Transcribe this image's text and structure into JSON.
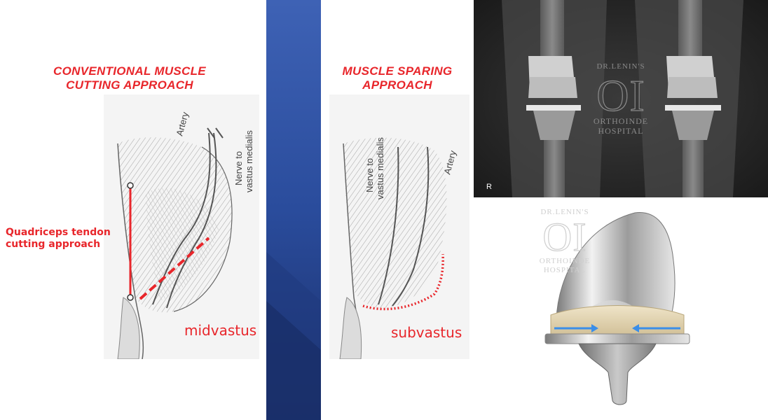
{
  "left_panel": {
    "title_line1": "CONVENTIONAL MUSCLE",
    "title_line2": "CUTTING APPROACH",
    "side_label_line1": "Quadriceps tendon",
    "side_label_line2": "cutting approach",
    "label_artery": "Artery",
    "label_nerve_line1": "Nerve to",
    "label_nerve_line2": "vastus medialis",
    "bottom_label": "midvastus"
  },
  "middle_panel": {
    "title_line1": "MUSCLE SPARING",
    "title_line2": "APPROACH",
    "label_nerve_line1": "Nerve to",
    "label_nerve_line2": "vastus medialis",
    "label_artery": "Artery",
    "bottom_label": "subvastus"
  },
  "xray_panel": {
    "side_marker": "R",
    "watermark_top": "DR.LENIN'S",
    "watermark_logo": "OI",
    "watermark_line1": "ORTHOINDE",
    "watermark_line2": "HOSPITAL"
  },
  "implant_panel": {
    "watermark_top": "DR.LENIN'S",
    "watermark_logo": "OI",
    "watermark_line1": "ORTHOINDE",
    "watermark_line2": "HOSPITAL"
  },
  "colors": {
    "accent_red": "#e8262b",
    "divider_blue": "#2d4f9e",
    "arrow_blue": "#3b8ee8"
  }
}
